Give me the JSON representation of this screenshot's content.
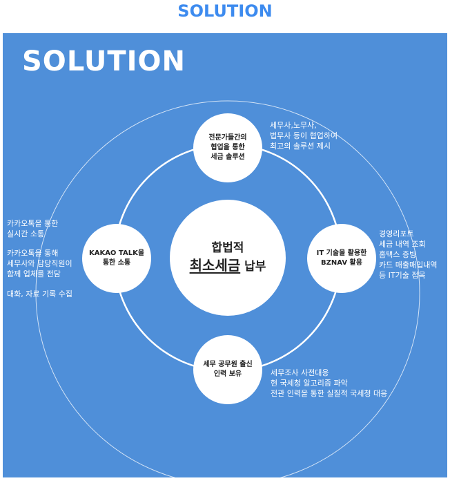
{
  "header": {
    "title": "SOLUTION"
  },
  "panel": {
    "title": "SOLUTION",
    "center": {
      "line1": "합법적",
      "emphasis": "최소세금",
      "suffix": "납부"
    },
    "nodes": {
      "top": "전문가들간의\n협업을 통한\n세금 솔루션",
      "left": "KAKAO TALK을\n통한 소통",
      "right": "IT 기술을 활용한\nBZNAV 활용",
      "bottom": "세무 공무원 출신\n인력 보유"
    },
    "notes": {
      "top_right": "세무사,노무사,\n법무사 등이 협업하여\n최고의 솔루션 제시",
      "left_1": "카카오톡을 통한\n실시간 소통",
      "left_2": "카카오톡을 통해\n세무사와 담당직원이\n함께 업체를 전담",
      "left_3": "대화, 자료 기록 수집",
      "right": "경영리포트\n세금 내역 조회\n홈택스 증빙\n카드 매출매입내역\n등 IT기술 접목",
      "bottom_right": "세무조사 사전대응\n현 국세청 알고리즘 파악\n전관 인력을 통한 실질적 국세청 대응"
    }
  }
}
